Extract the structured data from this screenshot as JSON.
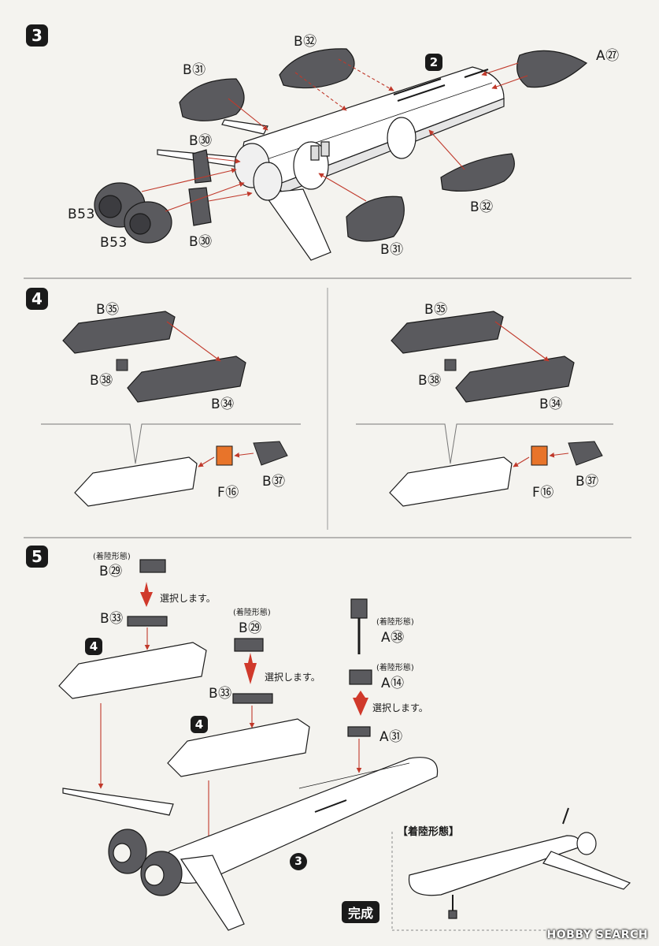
{
  "step3": {
    "number": "3",
    "ref": "2",
    "labels": {
      "a27": "A㉗",
      "b32_top": "B㉜",
      "b31_top": "B㉛",
      "b30_top": "B㉚",
      "b53_a": "B53",
      "b53_b": "B53",
      "b30_bot": "B㉚",
      "b31_bot": "B㉛",
      "b32_bot": "B㉜"
    }
  },
  "step4": {
    "number": "4",
    "left": {
      "b35": "B㉟",
      "b38": "B㊳",
      "b34": "B㉞",
      "f16": "F⑯",
      "b37": "B㊲"
    },
    "right": {
      "b35": "B㉟",
      "b38": "B㊳",
      "b34": "B㉞",
      "f16": "F⑯",
      "b37": "B㊲"
    }
  },
  "step5": {
    "number": "5",
    "group1": {
      "mode": "(着陸形態)",
      "b29": "B㉙",
      "select": "選択します。",
      "b33": "B㉝",
      "ref": "4"
    },
    "group2": {
      "mode": "(着陸形態)",
      "b29": "B㉙",
      "select": "選択します。",
      "b33": "B㉝",
      "ref": "4"
    },
    "group3": {
      "mode1": "(着陸形態)",
      "a38": "A㊳",
      "mode2": "(着陸形態)",
      "a14": "A⑭",
      "select": "選択します。",
      "a31": "A㉛"
    },
    "ref3": "3",
    "finish": "完成",
    "landing_title": "【着陸形態】"
  },
  "watermark": "HOBBY SEARCH",
  "colors": {
    "part_gray": "#5a5a5e",
    "arrow_red": "#d0392b",
    "clear_orange": "#e8742a",
    "line": "#1a1a1a"
  }
}
